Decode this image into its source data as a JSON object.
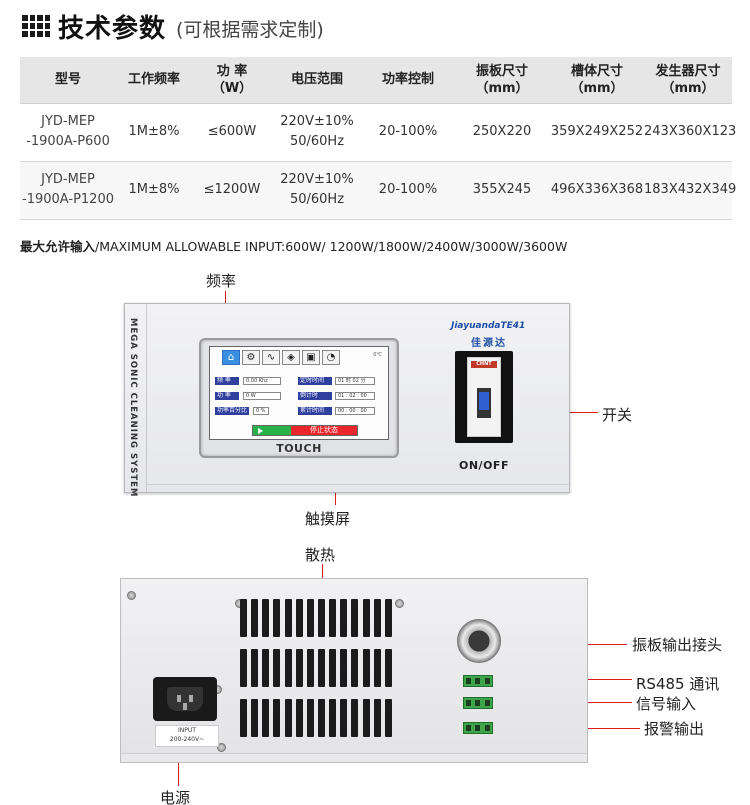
{
  "header": {
    "title": "技术参数",
    "subtitle": "(可根据需求定制)"
  },
  "table": {
    "headers": [
      "型号",
      "工作频率",
      "功 率\n（W）",
      "电压范围",
      "功率控制",
      "振板尺寸\n（mm）",
      "槽体尺寸\n（mm）",
      "发生器尺寸\n（mm）"
    ],
    "rows": [
      [
        "JYD-MEP\n-1900A-P600",
        "1M±8%",
        "≤600W",
        "220V±10%\n50/60Hz",
        "20-100%",
        "250X220",
        "359X249X252",
        "243X360X123"
      ],
      [
        "JYD-MEP\n-1900A-P1200",
        "1M±8%",
        "≤1200W",
        "220V±10%\n50/60Hz",
        "20-100%",
        "355X245",
        "496X336X368",
        "183X432X349"
      ]
    ]
  },
  "note": {
    "bold": "最大允许输入",
    "text": "/MAXIMUM ALLOWABLE INPUT:600W/ 1200W/1800W/2400W/3000W/3600W"
  },
  "front_panel": {
    "side_text": "MEGA SONIC CLEANING SYSTEM",
    "touch_label": "TOUCH",
    "brand": "JiayuandaTE41",
    "brand_cn": "佳源达",
    "breaker_logo": "CHNT",
    "onoff_label": "ON/OFF",
    "screen": {
      "temp": "0℃",
      "rows": [
        {
          "key": "频 率",
          "value": "0.00 Khz"
        },
        {
          "key": "功 率",
          "value": "0 W"
        },
        {
          "key": "功率百分比",
          "value": "0 %"
        }
      ],
      "rows_right": [
        {
          "key": "定时时间",
          "value": "01 时 02 分"
        },
        {
          "key": "倒计时",
          "value": "01 : 02 : 00"
        },
        {
          "key": "累计时间",
          "value": "00 : 00 : 00"
        }
      ],
      "status": "停止状态"
    }
  },
  "back_panel": {
    "input_label": "INPUT\n200-240V~"
  },
  "callouts": {
    "frequency": "频率",
    "switch": "开关",
    "touchscreen": "触摸屏",
    "heat": "散热",
    "plate_connector": "振板输出接头",
    "rs485": "RS485 通讯",
    "signal_input": "信号输入",
    "alarm_output": "报警输出",
    "power": "电源"
  },
  "colors": {
    "accent_red": "#d81e1e",
    "brand_blue": "#1e4fa8",
    "table_header_bg": "#e6e6e6"
  }
}
